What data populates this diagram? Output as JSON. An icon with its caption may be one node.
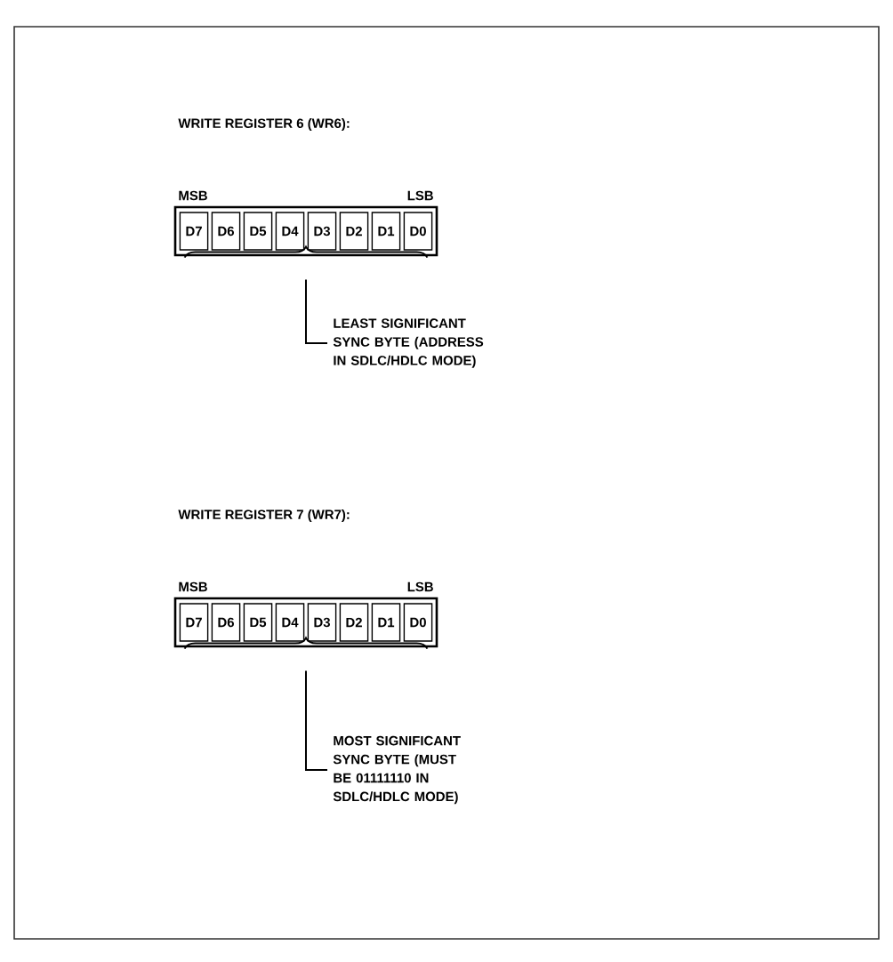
{
  "diagram": {
    "nodes": [
      {
        "text": [
          "D7"
        ]
      },
      {
        "text": [
          "D6"
        ]
      },
      {
        "text": [
          "D5"
        ]
      },
      {
        "text": [
          "D4"
        ]
      },
      {
        "text": [
          "D3"
        ]
      },
      {
        "text": [
          "D2"
        ]
      },
      {
        "text": [
          "D1"
        ]
      },
      {
        "text": [
          "D0"
        ]
      },
      {
        "text": [],
        "shape": "brace"
      },
      {
        "text": [
          "LEAST SIGNIFICANT SYNC BYTE (ADDRESS IN SDLC/HDLC MODE)"
        ]
      },
      {
        "text": [
          "D7"
        ]
      },
      {
        "text": [
          "D6"
        ]
      },
      {
        "text": [
          "D5"
        ]
      },
      {
        "text": [
          "D4"
        ]
      },
      {
        "text": [
          "D3"
        ]
      },
      {
        "text": [
          "D2"
        ]
      },
      {
        "text": [
          "D1"
        ]
      },
      {
        "text": [
          "D0"
        ]
      },
      {
        "text": [],
        "shape": "brace"
      },
      {
        "text": [
          "MOST SIGNIFICANT SYNC BYTE (MUST BE 01111110 IN SDLC/HDLC MODE)"
        ]
      }
    ],
    "edges": [
      {
        "from": 9,
        "to": 8,
        "arrow": "none"
      },
      {
        "from": 19,
        "to": 18,
        "arrow": "none"
      }
    ],
    "labels": [
      "WRITE REGISTER 6 (WR6):",
      "MSB",
      "LSB",
      "WRITE REGISTER 7 (WR7):",
      "MSB",
      "LSB"
    ]
  }
}
